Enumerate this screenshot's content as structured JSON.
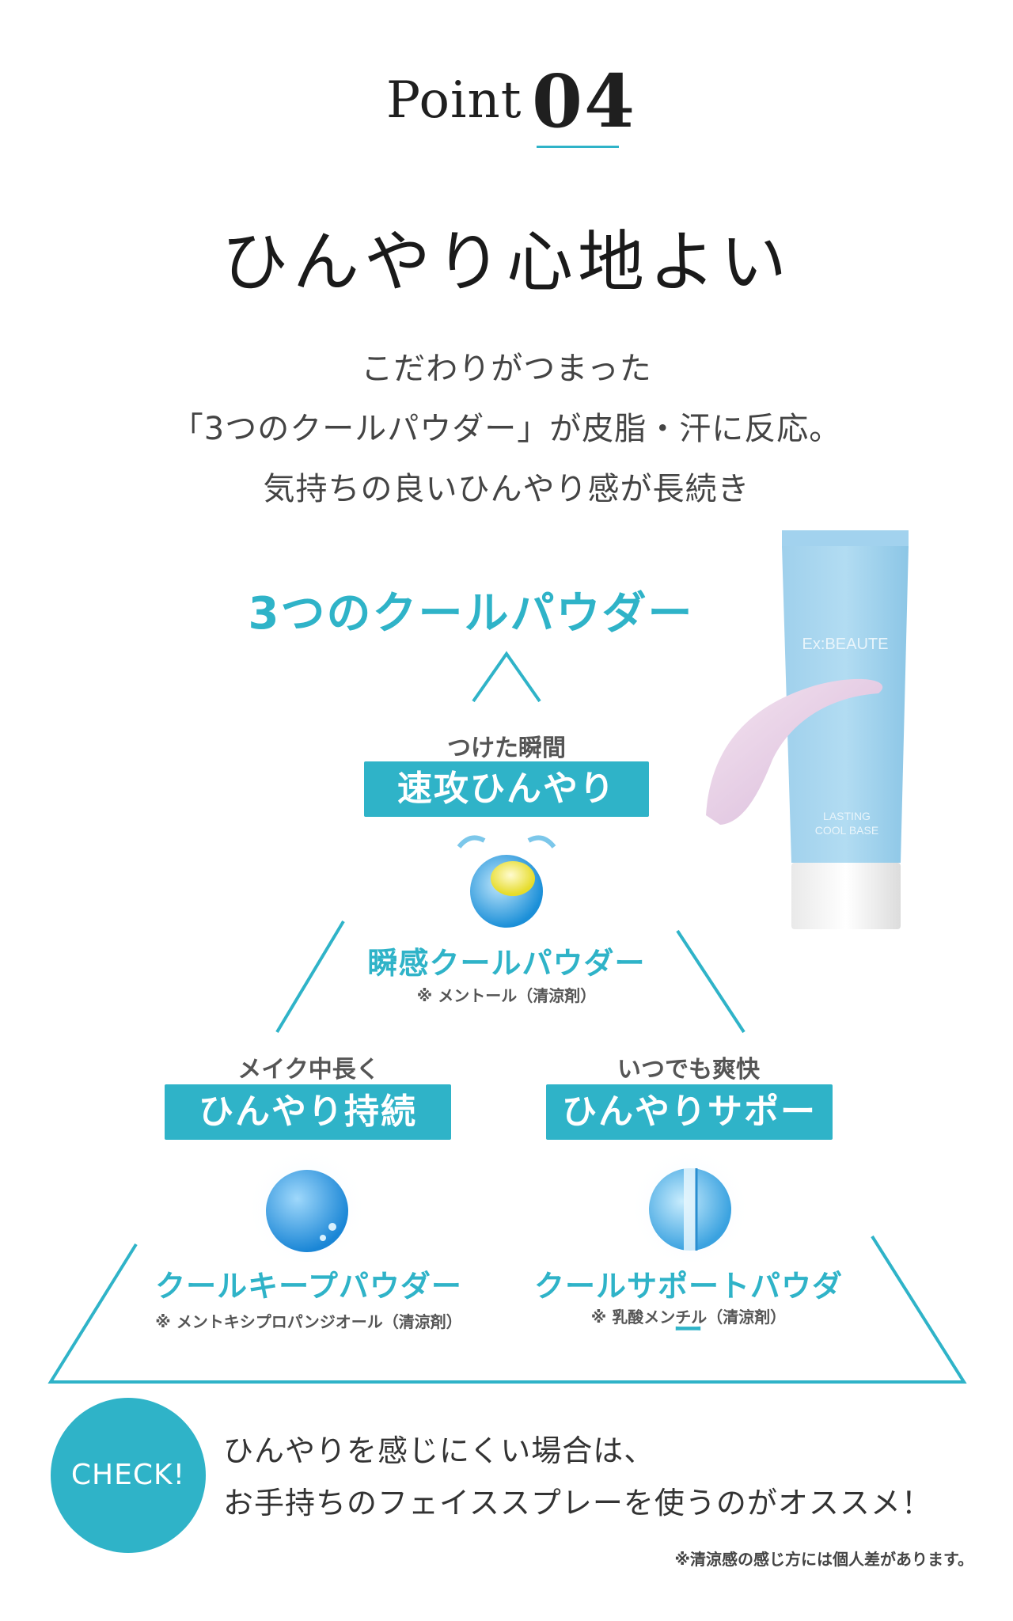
{
  "header": {
    "point_word": "Point",
    "point_number": "04",
    "headline": "ひんやり心地よい"
  },
  "intro": {
    "line1": "こだわりがつまった",
    "line2": "「3つのクールパウダー」が皮脂・汗に反応。",
    "line3": "気持ちの良いひんやり感が長続き"
  },
  "section": {
    "title": "3つのクールパウダー"
  },
  "powders": {
    "top": {
      "sub_label": "つけた瞬間",
      "bar_label": "速攻ひんやり",
      "name": "瞬感クールパウダー",
      "note": "※ メントール（清涼剤）"
    },
    "left": {
      "sub_label": "メイク中長く",
      "bar_label": "ひんやり持続",
      "name": "クールキープパウダー",
      "note": "※ メントキシプロパンジオール（清涼剤）"
    },
    "right": {
      "sub_label": "いつでも爽快",
      "bar_label": "ひんやりサポート",
      "name": "クールサポートパウダー",
      "note": "※ 乳酸メンチル（清涼剤）"
    }
  },
  "product": {
    "brand": "Ex:BEAUTE",
    "name_line1": "LASTING",
    "name_line2": "COOL BASE"
  },
  "check": {
    "badge": "CHECK!",
    "line1": "ひんやりを感じにくい場合は、",
    "line2": "お手持ちのフェイススプレーを使うのがオススメ！",
    "footnote": "※清涼感の感じ方には個人差があります。"
  },
  "colors": {
    "accent": "#2fb3c8",
    "text": "#333333",
    "tube": "#a9d6ee"
  }
}
